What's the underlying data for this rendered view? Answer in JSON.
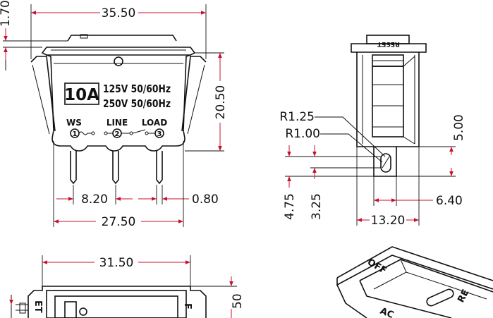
{
  "front_view": {
    "dims": {
      "width_top": "35.50",
      "height_side": "20.50",
      "rocker_offset": "1.70",
      "pin_pitch": "8.20",
      "pin_thickness": "0.80",
      "body_width": "27.50"
    },
    "rating": "10A",
    "voltage_1": "125V 50/60Hz",
    "voltage_2": "250V 50/60Hz",
    "terminal_ws": "WS",
    "terminal_line": "LINE",
    "terminal_load": "LOAD",
    "terminal_1": "1",
    "terminal_2": "2",
    "terminal_3": "3"
  },
  "side_view": {
    "dims": {
      "radius_1": "R1.25",
      "radius_2": "R1.00",
      "height_1": "5.00",
      "height_2": "4.75",
      "height_3": "3.25",
      "width_1": "6.40",
      "width_2": "13.20"
    },
    "reset_text": "RESET"
  },
  "bottom_view": {
    "dims": {
      "width": "31.50",
      "partial_right": "50"
    },
    "letters_left": "ET",
    "letters_right": "F"
  },
  "iso_view": {
    "off_text": "OFF",
    "ac_text": "AC",
    "re_text": "RE"
  }
}
